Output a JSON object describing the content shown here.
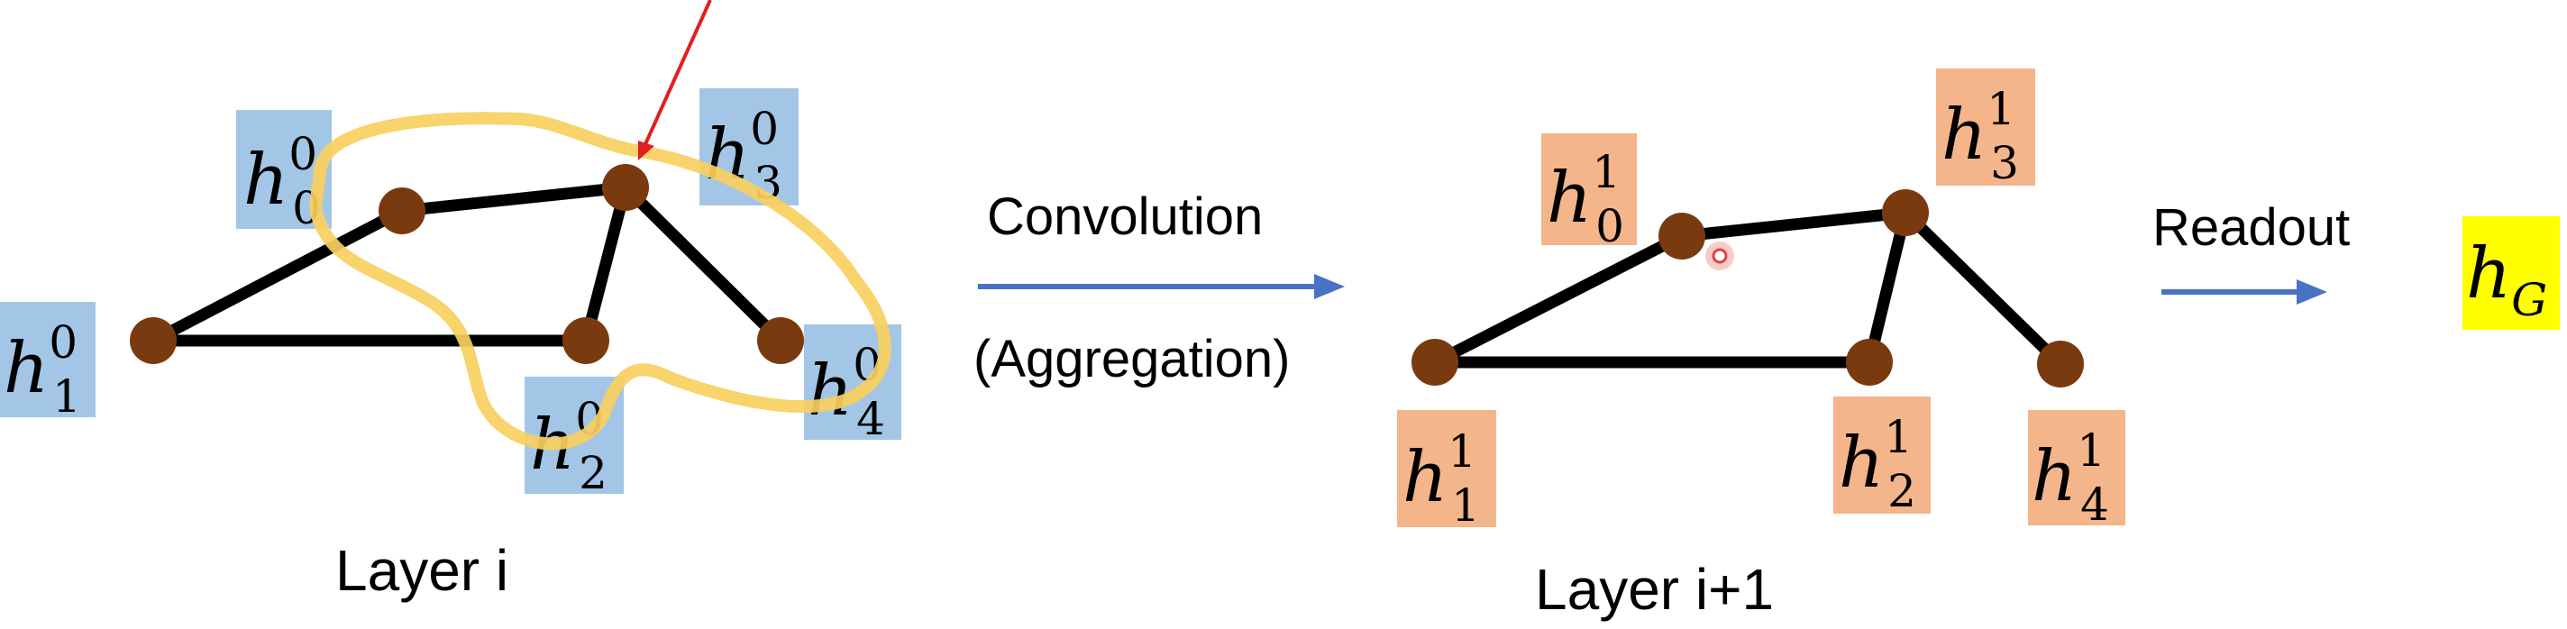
{
  "colors": {
    "layer_i_label_bg": "#a3c6e6",
    "layer_i1_label_bg": "#f4b58a",
    "graph_vector_bg": "#ffff00",
    "node_fill": "#7a3a10",
    "edge": "#000000",
    "flow_arrow": "#4a72c4",
    "highlight_lasso": "#f8cf5e",
    "pointer_arrow": "#e02020",
    "cursor_dot": "#e04040"
  },
  "layer_i": {
    "caption": "Layer i",
    "labels": [
      {
        "base": "h",
        "sub": "0",
        "sup": "0"
      },
      {
        "base": "h",
        "sub": "1",
        "sup": "0"
      },
      {
        "base": "h",
        "sub": "2",
        "sup": "0"
      },
      {
        "base": "h",
        "sub": "3",
        "sup": "0"
      },
      {
        "base": "h",
        "sub": "4",
        "sup": "0"
      }
    ]
  },
  "convolution": {
    "label_top": "Convolution",
    "label_bottom": "(Aggregation)"
  },
  "layer_i1": {
    "caption": "Layer i+1",
    "labels": [
      {
        "base": "h",
        "sub": "0",
        "sup": "1"
      },
      {
        "base": "h",
        "sub": "1",
        "sup": "1"
      },
      {
        "base": "h",
        "sub": "2",
        "sup": "1"
      },
      {
        "base": "h",
        "sub": "3",
        "sup": "1"
      },
      {
        "base": "h",
        "sub": "4",
        "sup": "1"
      }
    ]
  },
  "readout": {
    "label": "Readout",
    "output": {
      "base": "h",
      "sub": "G"
    }
  }
}
